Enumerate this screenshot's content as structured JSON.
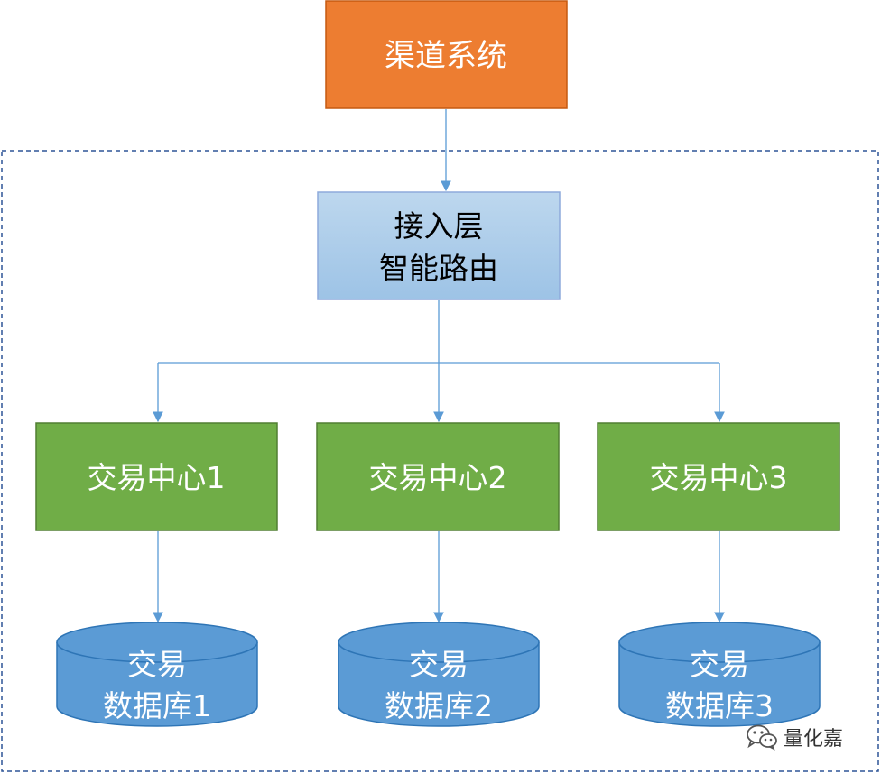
{
  "diagram": {
    "channel": {
      "label": "渠道系统"
    },
    "access": {
      "line1": "接入层",
      "line2": "智能路由"
    },
    "centers": [
      {
        "label": "交易中心1"
      },
      {
        "label": "交易中心2"
      },
      {
        "label": "交易中心3"
      }
    ],
    "databases": [
      {
        "line1": "交易",
        "line2": "数据库1"
      },
      {
        "line1": "交易",
        "line2": "数据库2"
      },
      {
        "line1": "交易",
        "line2": "数据库3"
      }
    ]
  },
  "watermark": {
    "text": "量化嘉"
  },
  "colors": {
    "channel_fill": "#ED7D31",
    "channel_stroke": "#C55A11",
    "access_fill_top": "#BDD7EE",
    "access_fill_bottom": "#9DC3E6",
    "access_stroke": "#8EAADB",
    "center_fill": "#70AD47",
    "center_stroke": "#507E32",
    "db_fill": "#5B9BD5",
    "db_stroke": "#2E75B6",
    "connector": "#5B9BD5",
    "boundary": "#2F5597"
  }
}
